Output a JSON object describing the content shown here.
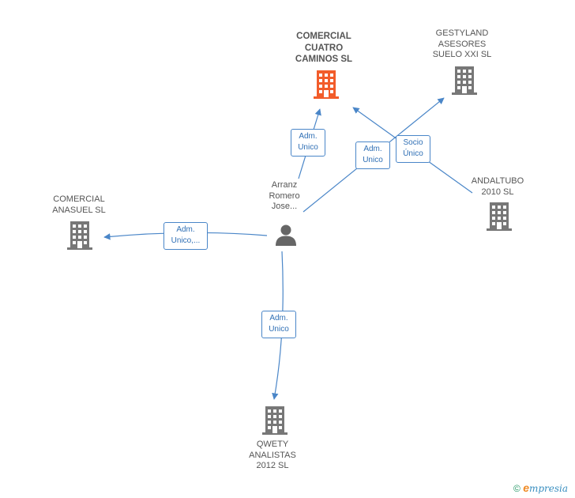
{
  "colors": {
    "main": "#f25c2a",
    "company": "#777777",
    "edge": "#4a86c8",
    "person": "#666666"
  },
  "person": {
    "name": "Arranz\nRomero\nJose..."
  },
  "companies": [
    {
      "id": "cuatro",
      "name": "COMERCIAL\nCUATRO\nCAMINOS SL",
      "main": true
    },
    {
      "id": "gestyland",
      "name": "GESTYLAND\nASESORES\nSUELO XXI SL"
    },
    {
      "id": "andaltubo",
      "name": "ANDALTUBO\n2010 SL"
    },
    {
      "id": "anasuel",
      "name": "COMERCIAL\nANASUEL SL"
    },
    {
      "id": "qwety",
      "name": "QWETY\nANALISTAS\n2012 SL"
    }
  ],
  "relations": [
    {
      "id": "r1",
      "label": "Adm.\nUnico"
    },
    {
      "id": "r2",
      "label": "Adm.\nUnico"
    },
    {
      "id": "r3",
      "label": "Socio\nÚnico"
    },
    {
      "id": "r4",
      "label": "Adm.\nUnico,..."
    },
    {
      "id": "r5",
      "label": "Adm.\nUnico"
    }
  ],
  "footer": {
    "copyright": "©",
    "brand_initial": "e",
    "brand_rest": "mpresia"
  }
}
